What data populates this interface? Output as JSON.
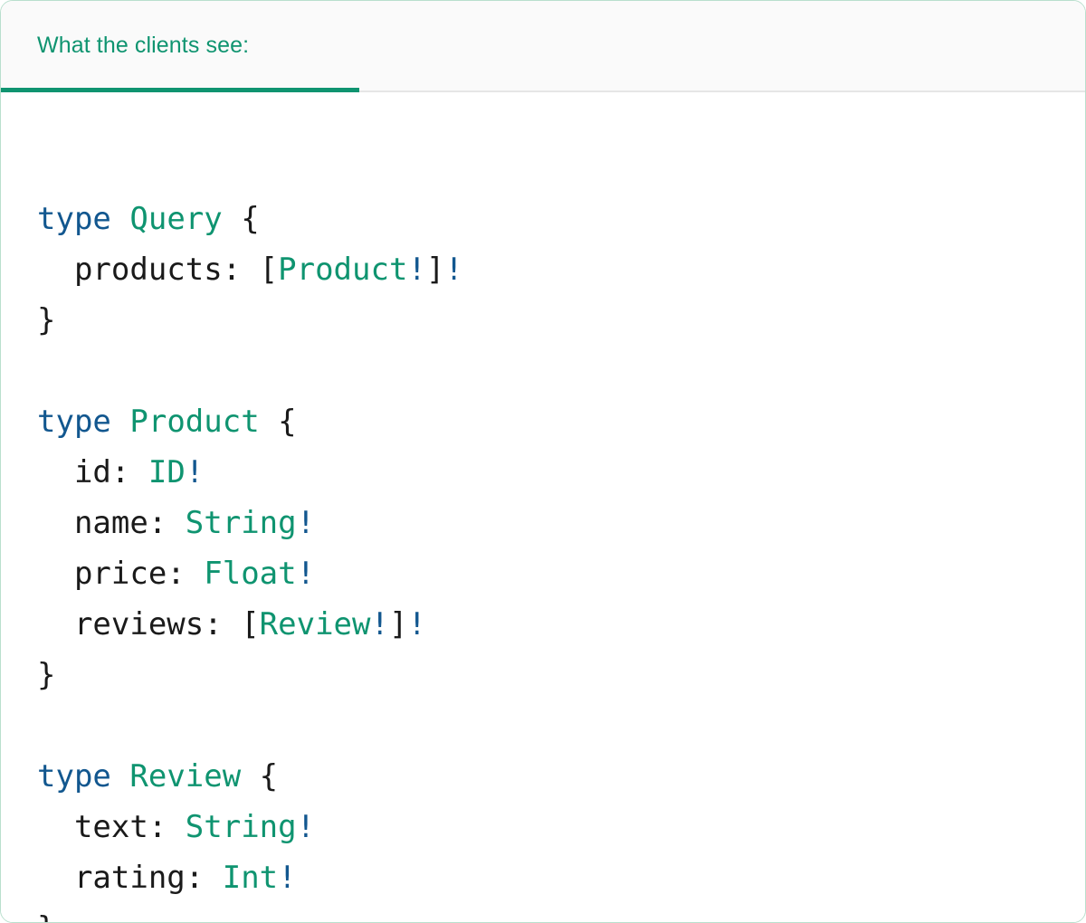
{
  "card": {
    "border_color": "#b9dfcd",
    "background": "#ffffff"
  },
  "header": {
    "background": "#fafafa",
    "accent_color": "#0f9470",
    "tab_label": "What the clients see:"
  },
  "code_block": {
    "language": "graphql",
    "colors": {
      "keyword": "#12578f",
      "type_name": "#0f9470",
      "punctuation": "#1a1a1a",
      "field_name": "#1a1a1a",
      "non_null_bang": "#12578f"
    },
    "raw_text": "type Query {\n  products: [Product!]!\n}\n\ntype Product {\n  id: ID!\n  name: String!\n  price: Float!\n  reviews: [Review!]!\n}\n\ntype Review {\n  text: String!\n  rating: Int!\n}",
    "lines": [
      {
        "id": "l1",
        "indent": 0,
        "tokens": [
          {
            "t": "kw",
            "v": "type"
          },
          {
            "t": "punc",
            "v": " "
          },
          {
            "t": "type",
            "v": "Query"
          },
          {
            "t": "punc",
            "v": " {"
          }
        ]
      },
      {
        "id": "l2",
        "indent": 1,
        "tokens": [
          {
            "t": "field",
            "v": "products:"
          },
          {
            "t": "punc",
            "v": " ["
          },
          {
            "t": "type",
            "v": "Product"
          },
          {
            "t": "bang",
            "v": "!"
          },
          {
            "t": "punc",
            "v": "]"
          },
          {
            "t": "bang",
            "v": "!"
          }
        ]
      },
      {
        "id": "l3",
        "indent": 0,
        "tokens": [
          {
            "t": "punc",
            "v": "}"
          }
        ]
      },
      {
        "id": "l4",
        "indent": 0,
        "tokens": []
      },
      {
        "id": "l5",
        "indent": 0,
        "tokens": [
          {
            "t": "kw",
            "v": "type"
          },
          {
            "t": "punc",
            "v": " "
          },
          {
            "t": "type",
            "v": "Product"
          },
          {
            "t": "punc",
            "v": " {"
          }
        ]
      },
      {
        "id": "l6",
        "indent": 1,
        "tokens": [
          {
            "t": "field",
            "v": "id:"
          },
          {
            "t": "punc",
            "v": " "
          },
          {
            "t": "type",
            "v": "ID"
          },
          {
            "t": "bang",
            "v": "!"
          }
        ]
      },
      {
        "id": "l7",
        "indent": 1,
        "tokens": [
          {
            "t": "field",
            "v": "name:"
          },
          {
            "t": "punc",
            "v": " "
          },
          {
            "t": "type",
            "v": "String"
          },
          {
            "t": "bang",
            "v": "!"
          }
        ]
      },
      {
        "id": "l8",
        "indent": 1,
        "tokens": [
          {
            "t": "field",
            "v": "price:"
          },
          {
            "t": "punc",
            "v": " "
          },
          {
            "t": "type",
            "v": "Float"
          },
          {
            "t": "bang",
            "v": "!"
          }
        ]
      },
      {
        "id": "l9",
        "indent": 1,
        "tokens": [
          {
            "t": "field",
            "v": "reviews:"
          },
          {
            "t": "punc",
            "v": " ["
          },
          {
            "t": "type",
            "v": "Review"
          },
          {
            "t": "bang",
            "v": "!"
          },
          {
            "t": "punc",
            "v": "]"
          },
          {
            "t": "bang",
            "v": "!"
          }
        ]
      },
      {
        "id": "l10",
        "indent": 0,
        "tokens": [
          {
            "t": "punc",
            "v": "}"
          }
        ]
      },
      {
        "id": "l11",
        "indent": 0,
        "tokens": []
      },
      {
        "id": "l12",
        "indent": 0,
        "tokens": [
          {
            "t": "kw",
            "v": "type"
          },
          {
            "t": "punc",
            "v": " "
          },
          {
            "t": "type",
            "v": "Review"
          },
          {
            "t": "punc",
            "v": " {"
          }
        ]
      },
      {
        "id": "l13",
        "indent": 1,
        "tokens": [
          {
            "t": "field",
            "v": "text:"
          },
          {
            "t": "punc",
            "v": " "
          },
          {
            "t": "type",
            "v": "String"
          },
          {
            "t": "bang",
            "v": "!"
          }
        ]
      },
      {
        "id": "l14",
        "indent": 1,
        "tokens": [
          {
            "t": "field",
            "v": "rating:"
          },
          {
            "t": "punc",
            "v": " "
          },
          {
            "t": "type",
            "v": "Int"
          },
          {
            "t": "bang",
            "v": "!"
          }
        ]
      },
      {
        "id": "l15",
        "indent": 0,
        "tokens": [
          {
            "t": "punc",
            "v": "}"
          }
        ]
      }
    ]
  }
}
